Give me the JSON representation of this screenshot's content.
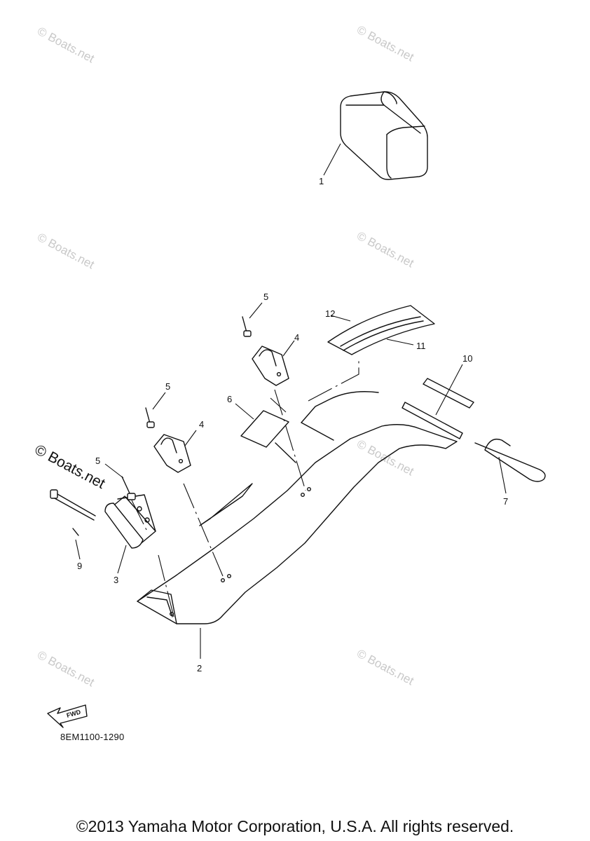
{
  "watermark": "© Boats.net",
  "watermark_large": "© Boats.net",
  "callouts": {
    "c1": "1",
    "c2": "2",
    "c3": "3",
    "c4a": "4",
    "c4b": "4",
    "c5a": "5",
    "c5b": "5",
    "c5c": "5",
    "c6": "6",
    "c7": "7",
    "c9": "9",
    "c10": "10",
    "c11": "11",
    "c12": "12"
  },
  "fwd_label": "FWD",
  "drawing_code": "8EM1100-1290",
  "copyright": "©2013 Yamaha Motor Corporation, U.S.A. All rights reserved."
}
